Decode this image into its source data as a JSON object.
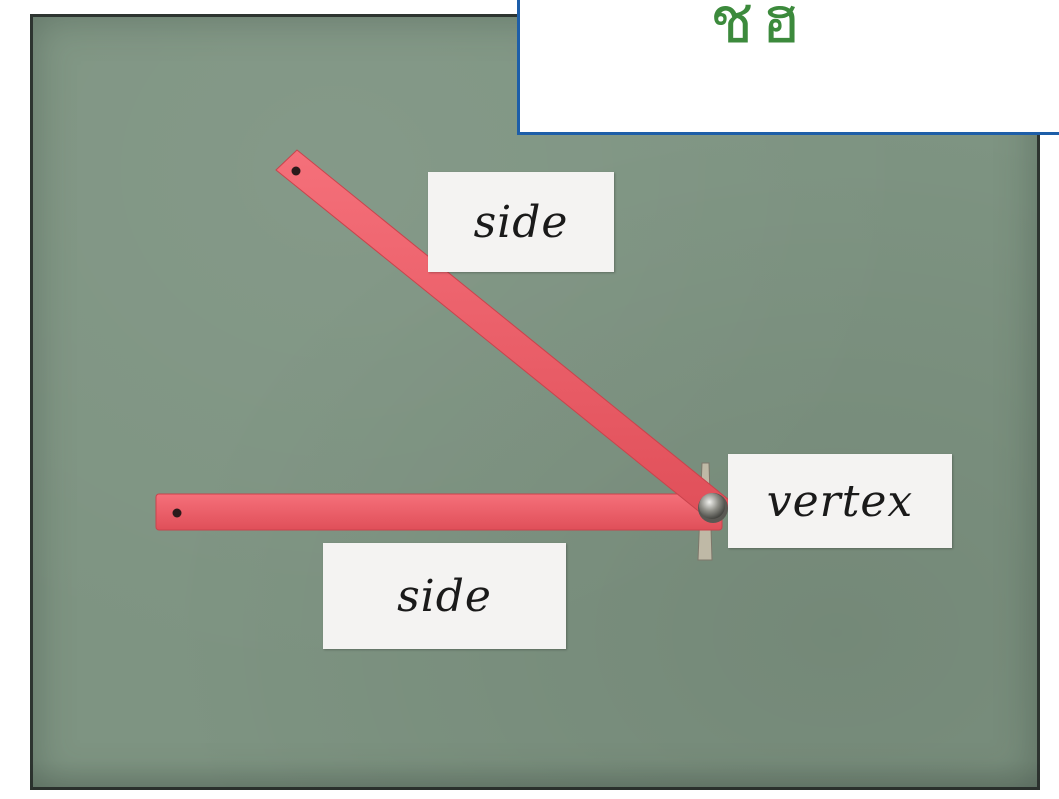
{
  "labels": {
    "top_side": "side",
    "bottom_side": "side",
    "vertex": "vertex"
  },
  "callout": {
    "glyphs": "ชฮ"
  },
  "colors": {
    "board": "#7e9482",
    "arm": "#ef5b64",
    "card": "#f4f3f2",
    "callout_border": "#1d5ea8",
    "callout_glyph": "#3c8a3c"
  }
}
